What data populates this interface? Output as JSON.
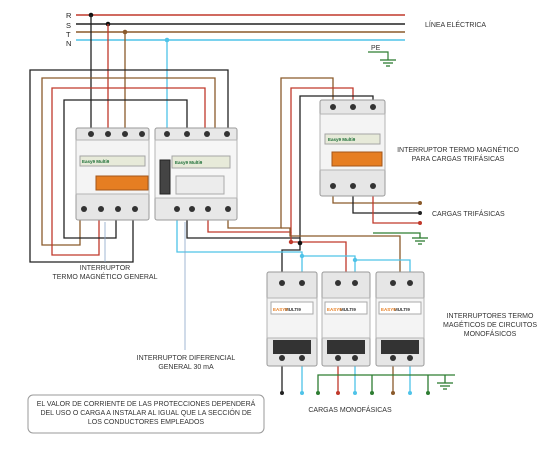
{
  "phases": {
    "r": "R",
    "s": "S",
    "t": "T",
    "n": "N"
  },
  "labels": {
    "linea_electrica": "LÍNEA ELÉCTRICA",
    "pe": "PE",
    "termo_trifasico_l1": "INTERRUPTOR TERMO MAGNÉTICO",
    "termo_trifasico_l2": "PARA CARGAS TRIFÁSICAS",
    "cargas_trifasicas": "CARGAS TRIFÁSICAS",
    "termo_general_l1": "INTERRUPTOR",
    "termo_general_l2": "TERMO MAGNÉTICO GENERAL",
    "diferencial_l1": "INTERRUPTOR DIFERENCIAL",
    "diferencial_l2": "GENERAL 30 mA",
    "monofasicos_l1": "INTERRUPTORES TERMO",
    "monofasicos_l2": "MAGÉTICOS DE CIRCUITOS",
    "monofasicos_l3": "MONOFÁSICOS",
    "cargas_monofasicas": "CARGAS MONOFÁSICAS"
  },
  "note": {
    "l1": "EL VALOR DE CORRIENTE DE LAS PROTECCIONES DEPENDERÁ",
    "l2": "DEL USO O CARGA A INSTALAR AL IGUAL QUE LA SECCIÓN DE",
    "l3": "LOS CONDUCTORES EMPLEADOS"
  },
  "device_text": {
    "brand": "Easy9 Multi9",
    "mono_brand": "MULTI9",
    "mono_mark": "EASY9"
  },
  "colors": {
    "r": "#c0392b",
    "s": "#222222",
    "t": "#8a5a2b",
    "n": "#4fc3e8",
    "pe": "#2e7d32",
    "device_body": "#e6e6e6",
    "handle": "#e67e22"
  }
}
